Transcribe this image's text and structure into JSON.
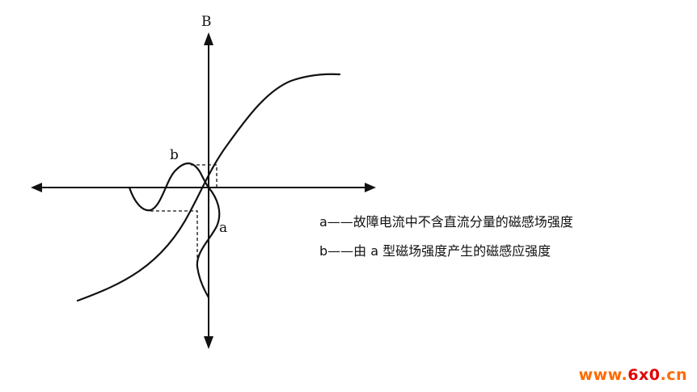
{
  "diagram": {
    "axis_label_b": "B",
    "curve_label_a": "a",
    "curve_label_b": "b"
  },
  "legend": {
    "a": "a——故障电流中不含直流分量的磁感场强度",
    "b": "b——由 a 型磁场强度产生的磁感应强度"
  },
  "watermark": {
    "prefix": "www.",
    "brand": "6x0",
    "suffix": ".cn",
    "color_prefix": "#ff6a00",
    "color_brand": "#e00000"
  }
}
